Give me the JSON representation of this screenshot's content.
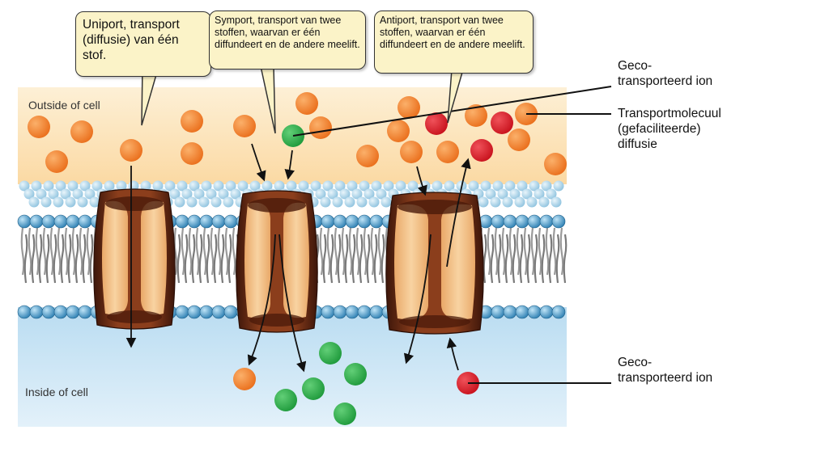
{
  "callouts": {
    "uniport": "Uniport, transport (diffusie)  van één stof.",
    "symport": "Symport, transport van twee stoffen, waarvan er één diffundeert en de andere meelift.",
    "antiport": "Antiport, transport van twee stoffen, waarvan er één diffundeert en de andere meelift."
  },
  "labels": {
    "cotransported_top_line1": "Geco-",
    "cotransported_top_line2": "transporteerd ion",
    "transport_molecule_line1": "Transportmolecuul",
    "transport_molecule_line2": "(gefaciliteerde)",
    "transport_molecule_line3": "diffusie",
    "cotransported_bottom_line1": "Geco-",
    "cotransported_bottom_line2": "transporteerd ion"
  },
  "regions": {
    "outside": "Outside of cell",
    "inside": "Inside of cell"
  },
  "colors": {
    "diffusing_molecule": "#f07f2a",
    "symport_ion": "#2fa84a",
    "antiport_ion": "#d8202a",
    "protein_dark": "#5a2410",
    "protein_light": "#f2c08a",
    "lipid_head": "#3a8fc0",
    "outside_bg": "#fbe3b8",
    "inside_bg": "#cfe6f4"
  },
  "icons": {
    "transport_protein": "channel-protein-icon",
    "phospholipid": "phospholipid-icon"
  }
}
